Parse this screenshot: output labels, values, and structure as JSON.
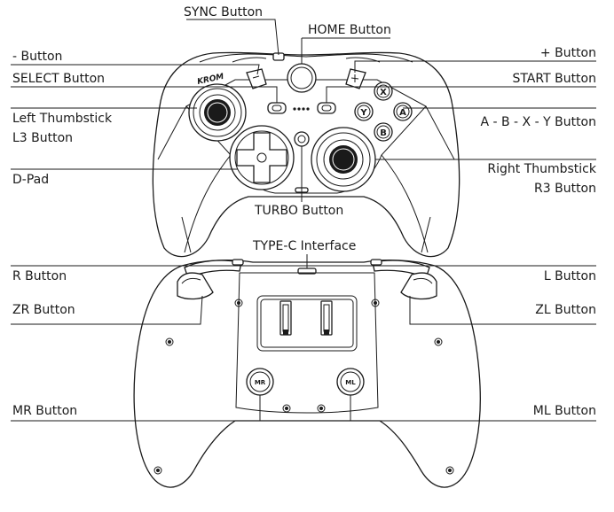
{
  "brand": "KROM",
  "labels": {
    "sync": "SYNC Button",
    "home": "HOME Button",
    "minus": "- Button",
    "plus": "+ Button",
    "select": "SELECT Button",
    "start": "START Button",
    "left_stick_1": "Left Thumbstick",
    "left_stick_2": "L3 Button",
    "abxy": "A - B - X - Y Button",
    "dpad": "D-Pad",
    "right_stick_1": "Right Thumbstick",
    "right_stick_2": "R3 Button",
    "turbo": "TURBO Button",
    "typec": "TYPE-C Interface",
    "r": "R Button",
    "l": "L Button",
    "zr": "ZR Button",
    "zl": "ZL Button",
    "mr": "MR Button",
    "ml": "ML Button"
  },
  "face_buttons": {
    "x": "X",
    "y": "Y",
    "a": "A",
    "b": "B"
  },
  "back_paddles": {
    "mr": "MR",
    "ml": "ML"
  }
}
